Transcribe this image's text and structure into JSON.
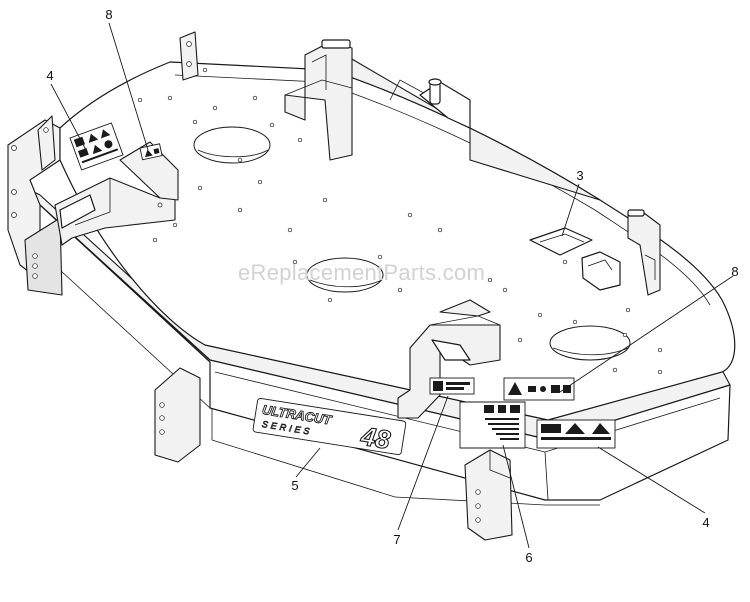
{
  "diagram": {
    "watermark": "eReplacementParts.com",
    "brand_decal": {
      "line1": "ULTRACUT",
      "line2": "SERIES",
      "model": "48"
    },
    "callouts": [
      {
        "id": "c1",
        "label": "8"
      },
      {
        "id": "c2",
        "label": "4"
      },
      {
        "id": "c3",
        "label": "3"
      },
      {
        "id": "c4",
        "label": "8"
      },
      {
        "id": "c5",
        "label": "5"
      },
      {
        "id": "c6",
        "label": "7"
      },
      {
        "id": "c7",
        "label": "6"
      },
      {
        "id": "c8",
        "label": "4"
      }
    ]
  }
}
